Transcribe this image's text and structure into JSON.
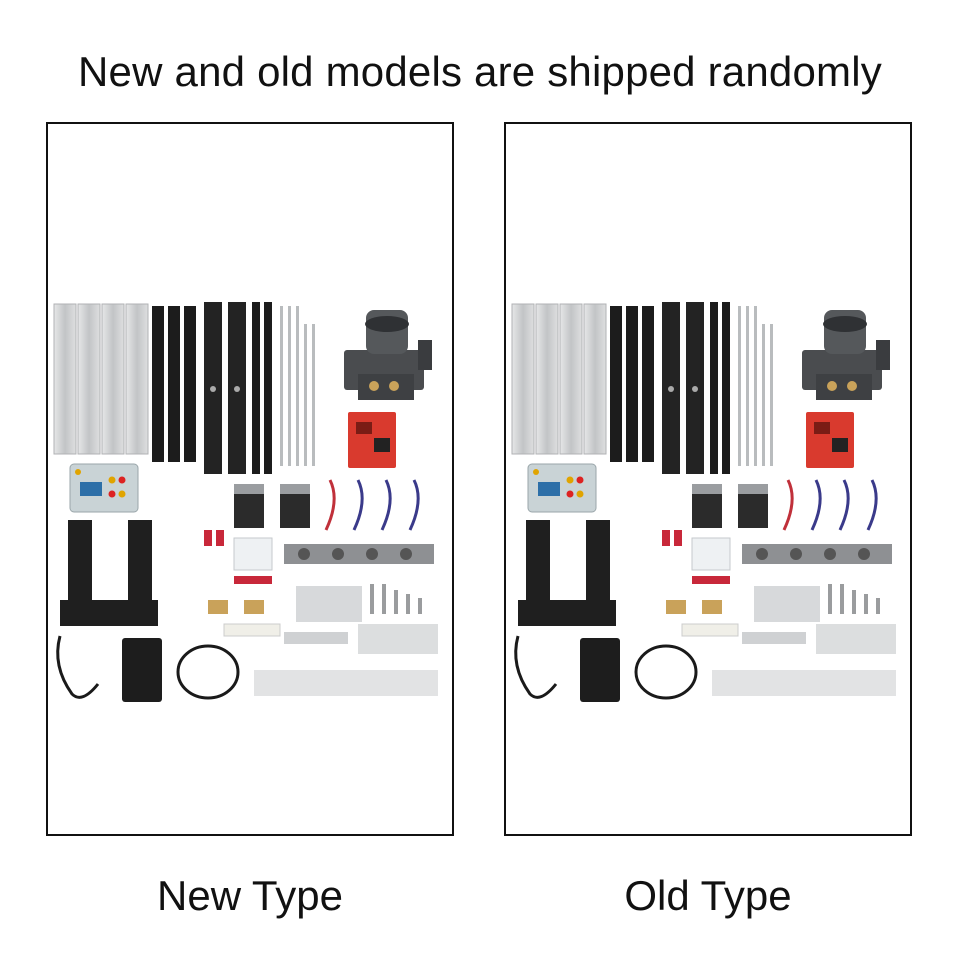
{
  "header": {
    "title": "New and old models are shipped randomly"
  },
  "panels": [
    {
      "caption": "New Type"
    },
    {
      "caption": "Old Type"
    }
  ],
  "colors": {
    "aluminum": "#c9cbcd",
    "black_profile": "#1c1c1c",
    "control_board": "#d93a2e",
    "offline_board": "#c9d3d6",
    "steel_rod": "#b9bcbe",
    "spindle_body": "#4a4c4f",
    "brass": "#c9a25a",
    "cable": "#1a1a1a"
  }
}
